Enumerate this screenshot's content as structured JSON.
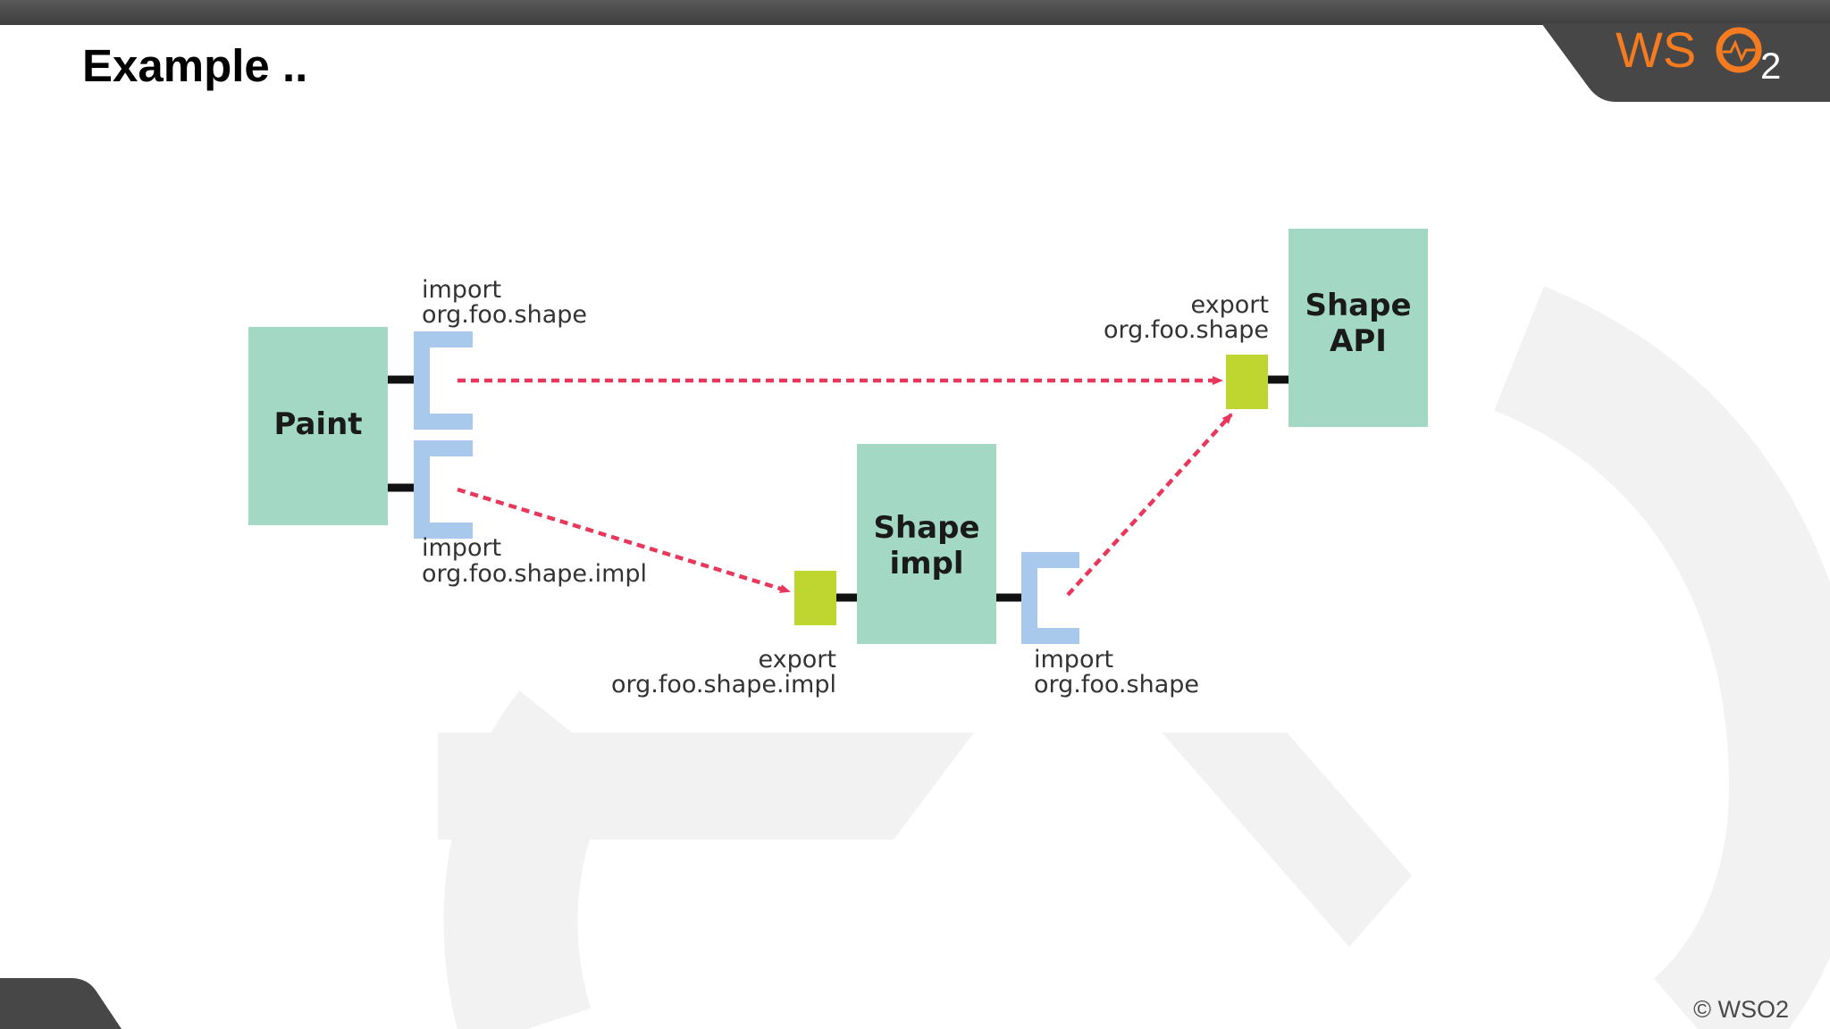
{
  "slide": {
    "title": "Example ..",
    "copyright": "© WSO2"
  },
  "logo": {
    "text_ws": "WS",
    "text_2": "2",
    "color": "#f47b20"
  },
  "diagram": {
    "bundles": {
      "paint": "Paint",
      "shape_api_line1": "Shape",
      "shape_api_line2": "API",
      "shape_impl_line1": "Shape",
      "shape_impl_line2": "impl"
    },
    "ports": {
      "paint_import_shape": {
        "kind": "import",
        "package": "org.foo.shape"
      },
      "paint_import_impl": {
        "kind": "import",
        "package": "org.foo.shape.impl"
      },
      "impl_export": {
        "kind": "export",
        "package": "org.foo.shape.impl"
      },
      "impl_import_shape": {
        "kind": "import",
        "package": "org.foo.shape"
      },
      "api_export": {
        "kind": "export",
        "package": "org.foo.shape"
      }
    },
    "colors": {
      "bundle": "#a3d8c5",
      "import_bracket": "#a8c8ec",
      "export_square": "#bfd630",
      "wire": "#e8375a"
    }
  }
}
